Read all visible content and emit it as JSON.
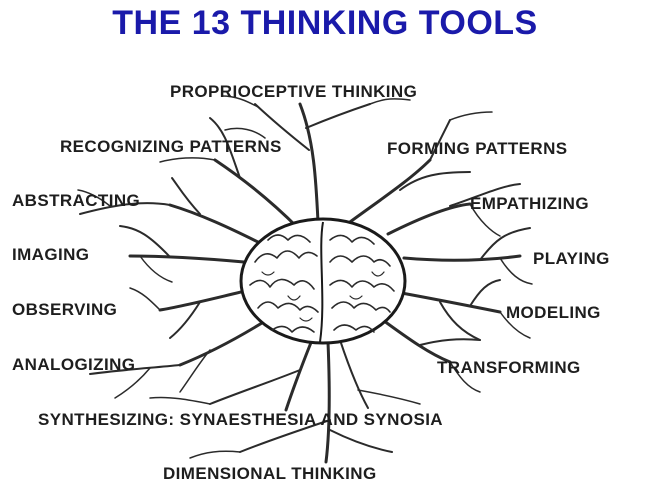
{
  "title": "THE 13 THINKING TOOLS",
  "colors": {
    "title": "#1a1aaa",
    "ink": "#1e1e1e"
  },
  "center_image": "brain-illustration",
  "tools": [
    "PROPRIOCEPTIVE THINKING",
    "RECOGNIZING PATTERNS",
    "FORMING PATTERNS",
    "ABSTRACTING",
    "EMPATHIZING",
    "IMAGING",
    "PLAYING",
    "OBSERVING",
    "MODELING",
    "ANALOGIZING",
    "TRANSFORMING",
    "SYNTHESIZING: SYNAESTHESIA AND SYNOSIA",
    "DIMENSIONAL THINKING"
  ]
}
